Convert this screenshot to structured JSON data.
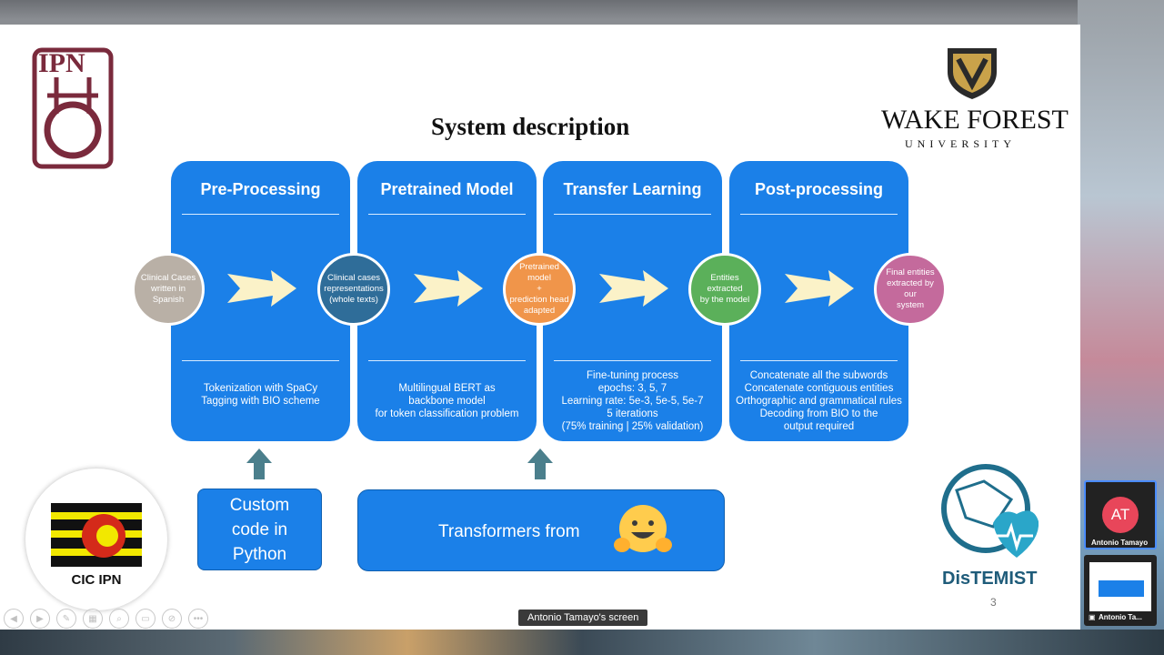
{
  "slide": {
    "title": "System description",
    "page_number": "3",
    "logos": {
      "ipn": "IPN",
      "wake_forest_main": "WAKE FOREST",
      "wake_forest_sub": "UNIVERSITY",
      "cic_ipn": "CIC IPN",
      "distemist": "DisTEMIST"
    },
    "columns": [
      {
        "heading": "Pre-Processing",
        "text": [
          "Tokenization with SpaCy",
          "Tagging with BIO scheme"
        ]
      },
      {
        "heading": "Pretrained Model",
        "text": [
          "Multilingual BERT as",
          "backbone model",
          "for token classification problem"
        ]
      },
      {
        "heading": "Transfer Learning",
        "text": [
          "Fine-tuning process",
          "epochs: 3, 5, 7",
          "Learning rate: 5e-3, 5e-5, 5e-7",
          "5 iterations",
          "(75% training | 25% validation)"
        ]
      },
      {
        "heading": "Post-processing",
        "text": [
          "Concatenate all the subwords",
          "Concatenate contiguous entities",
          "Orthographic and grammatical rules",
          "Decoding from BIO to the",
          "output required"
        ]
      }
    ],
    "circles": [
      {
        "lines": [
          "Clinical Cases",
          "written in",
          "Spanish"
        ],
        "color": "#b9b0a6"
      },
      {
        "lines": [
          "Clinical cases",
          "representations",
          "(whole texts)"
        ],
        "color": "#2f6d99"
      },
      {
        "lines": [
          "Pretrained",
          "model",
          "+",
          "prediction head",
          "adapted"
        ],
        "color": "#f0954a"
      },
      {
        "lines": [
          "Entities",
          "extracted",
          "by the model"
        ],
        "color": "#5bb05a"
      },
      {
        "lines": [
          "Final entities",
          "extracted by our",
          "system"
        ],
        "color": "#c46a9c"
      }
    ],
    "python_box": [
      "Custom",
      "code in",
      "Python"
    ],
    "transformers_box": "Transformers from"
  },
  "screen_share": {
    "caption": "Antonio Tamayo's screen"
  },
  "participants": [
    {
      "initials": "AT",
      "name": "Antonio Tamayo"
    },
    {
      "name": "Antonio Ta..."
    }
  ],
  "colors": {
    "column_blue": "#1b80e8",
    "arrow_cream": "#fbf2c8",
    "up_arrow": "#4b7f8c",
    "avatar": "#e8465a"
  }
}
